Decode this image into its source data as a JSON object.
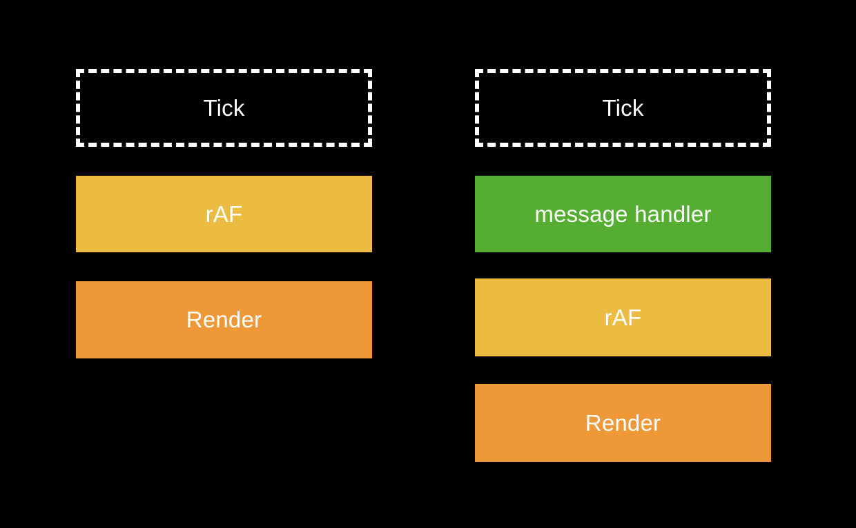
{
  "diagram": {
    "background": "#000000",
    "text_color": "#ffffff",
    "colors": {
      "tick_border": "#ffffff",
      "raf": "#ecbc42",
      "render": "#ef9838",
      "message_handler": "#55ad31"
    },
    "columns": [
      {
        "name": "left",
        "boxes": [
          {
            "label": "Tick",
            "style": "dashed-outline"
          },
          {
            "label": "rAF",
            "style": "yellow"
          },
          {
            "label": "Render",
            "style": "orange"
          }
        ]
      },
      {
        "name": "right",
        "boxes": [
          {
            "label": "Tick",
            "style": "dashed-outline"
          },
          {
            "label": "message handler",
            "style": "green"
          },
          {
            "label": "rAF",
            "style": "yellow"
          },
          {
            "label": "Render",
            "style": "orange"
          }
        ]
      }
    ]
  }
}
